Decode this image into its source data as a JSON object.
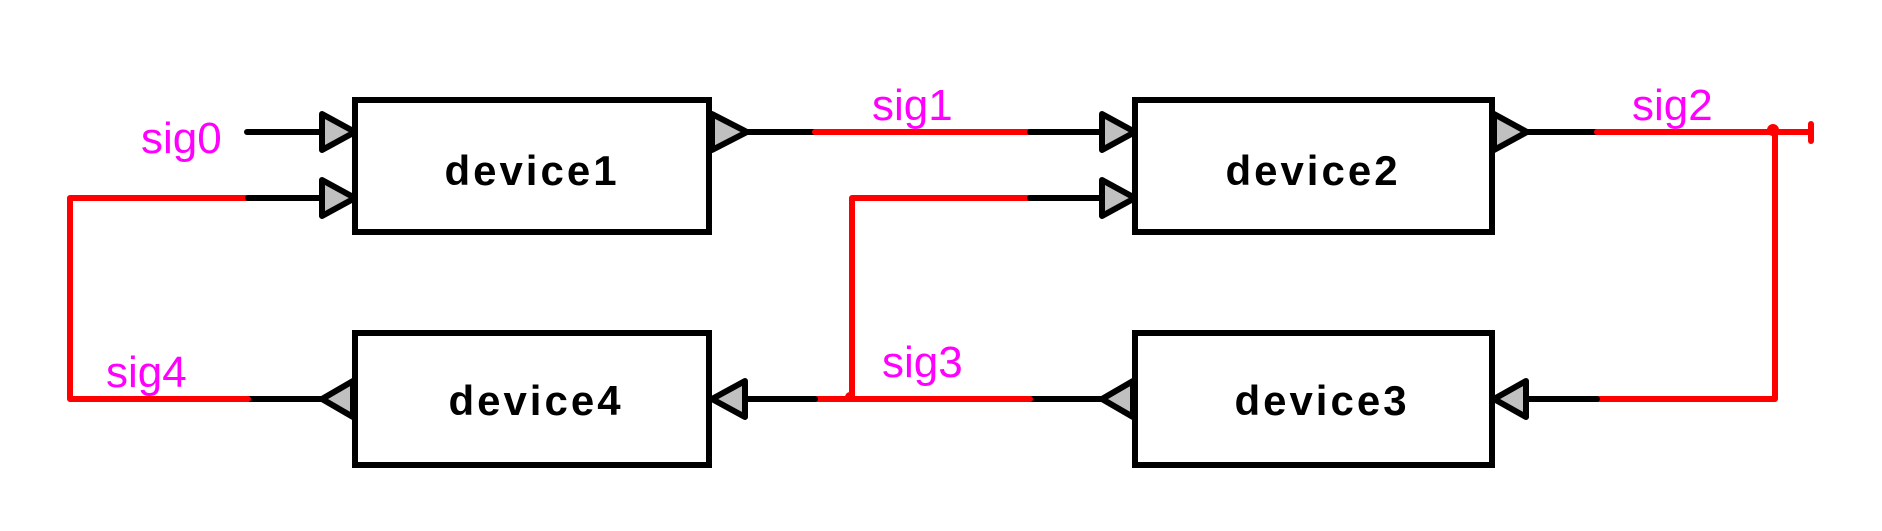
{
  "diagram": {
    "title": "",
    "colors": {
      "device_border": "#000000",
      "port_fill": "#c0c0c0",
      "net_highlight": "#ff0000",
      "signal_label": "#ff00ff"
    },
    "devices": [
      {
        "id": "device1",
        "label": "device1"
      },
      {
        "id": "device2",
        "label": "device2"
      },
      {
        "id": "device3",
        "label": "device3"
      },
      {
        "id": "device4",
        "label": "device4"
      }
    ],
    "signals": [
      {
        "id": "sig0",
        "label": "sig0",
        "from": "external",
        "to": [
          "device1"
        ]
      },
      {
        "id": "sig1",
        "label": "sig1",
        "from": "device1",
        "to": [
          "device2"
        ]
      },
      {
        "id": "sig2",
        "label": "sig2",
        "from": "device2",
        "to": [
          "device3",
          "external"
        ]
      },
      {
        "id": "sig3",
        "label": "sig3",
        "from": "device3",
        "to": [
          "device4",
          "device2"
        ]
      },
      {
        "id": "sig4",
        "label": "sig4",
        "from": "device4",
        "to": [
          "device1"
        ]
      }
    ]
  }
}
